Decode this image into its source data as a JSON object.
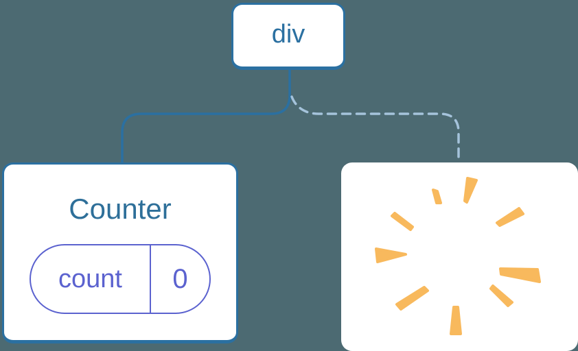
{
  "diagram": {
    "description": "component tree: div root with two children; left child keeps state, right child is destroyed (poof)",
    "root": {
      "label": "div"
    },
    "left_child": {
      "title": "Counter",
      "state": {
        "key": "count",
        "value": "0"
      },
      "connector": "solid"
    },
    "right_child": {
      "content": "poof-starburst",
      "connector": "dashed"
    }
  },
  "colors": {
    "background": "#4C6A72",
    "node_blue": "#2B70A1",
    "title_blue": "#2E6F99",
    "state_indigo": "#5B62CF",
    "dashed_connector": "#A5C3DB",
    "poof_orange": "#F8B95D",
    "card_white": "#FFFFFF"
  }
}
